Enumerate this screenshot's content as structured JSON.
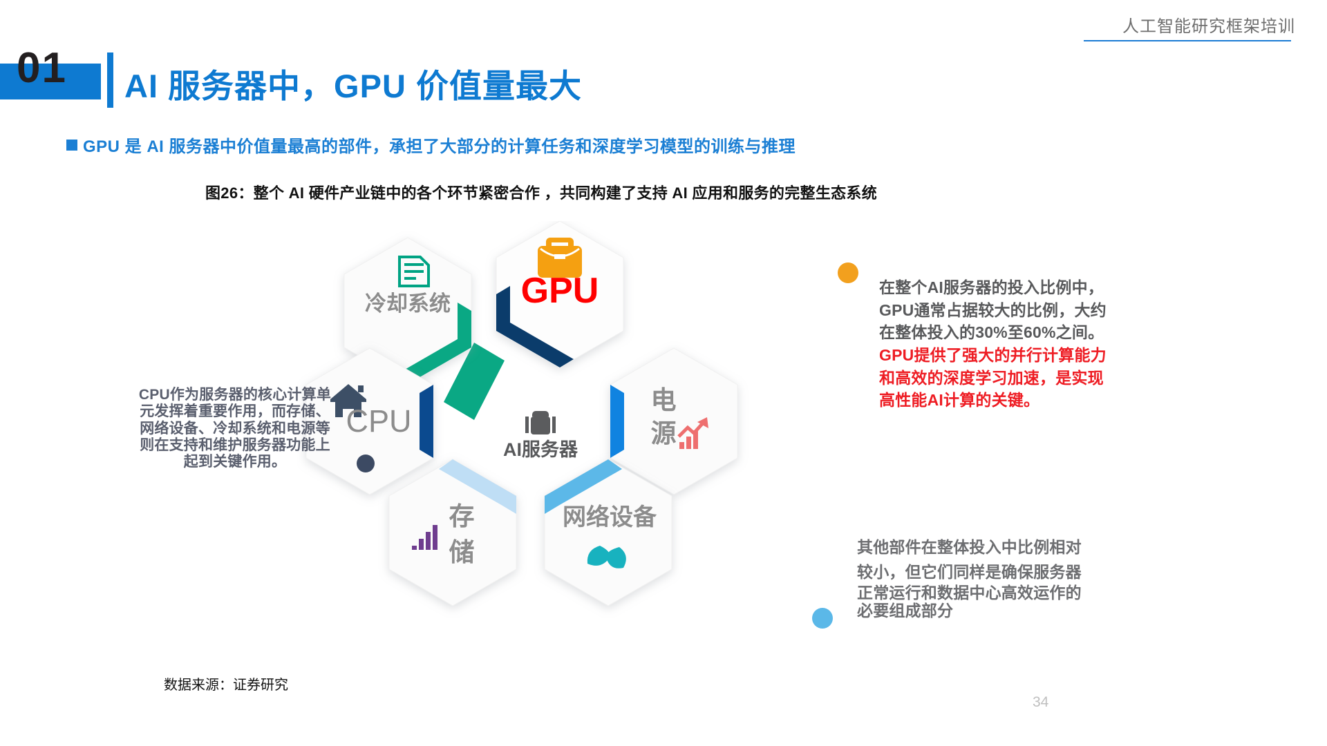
{
  "header": {
    "brand_title": "人工智能研究框架培训",
    "accent_color": "#1a7bd4"
  },
  "title": {
    "number": "01",
    "text": "AI 服务器中，GPU 价值量最大",
    "color": "#0e7ad1"
  },
  "subtitle": {
    "bullet": "square-bullet",
    "text": "GPU 是 AI 服务器中价值量最高的部件，承担了大部分的计算任务和深度学习模型的训练与推理",
    "color": "#1b7fd4"
  },
  "figure": {
    "caption": "图26：整个 AI 硬件产业链中的各个环节紧密合作 ，共同构建了支持 AI 应用和服务的完整生态系统"
  },
  "diagram": {
    "center": {
      "label": "AI服务器",
      "icon": "briefcase-icon",
      "icon_color": "#5b5c5e"
    },
    "nodes": [
      {
        "key": "cooling",
        "label": "冷却系统",
        "icon": "document-icon",
        "icon_color": "#00a383",
        "band_color": "#0aa884",
        "label_color": "#8c8c8c"
      },
      {
        "key": "gpu",
        "label": "GPU",
        "icon": "briefcase-icon",
        "icon_color": "#f5a011",
        "band_color": "#0b3c6b",
        "label_color": "#ff0000"
      },
      {
        "key": "power",
        "label": "电源",
        "icon": "growth-chart-icon",
        "icon_color": "#ee6f6f",
        "band_color": "#1083e0",
        "label_color": "#8c8c8c"
      },
      {
        "key": "network",
        "label": "网络设备",
        "icon": "leaf-icon",
        "icon_color": "#18b2bf",
        "band_color": "#5cb8e8",
        "label_color": "#8c8c8c"
      },
      {
        "key": "storage",
        "label": "存储",
        "icon": "bar-chart-icon",
        "icon_color": "#6f3d8f",
        "band_color": "#bfdef5",
        "label_color": "#8c8c8c"
      },
      {
        "key": "cpu",
        "label": "CPU",
        "icon": "house-icon",
        "icon_color": "#3d4f66",
        "band_color": "#0b4a8f",
        "label_color": "#8c8c8c"
      }
    ]
  },
  "callouts": {
    "left": {
      "dot_color": "#3c4a63",
      "text": "CPU作为服务器的核心计算单元发挥着重要作用，而存储、网络设备、冷却系统和电源等则在支持和维护服务器功能上起到关键作用。"
    },
    "right_top": {
      "dot_color": "#f2a01e",
      "gray_lines": [
        "在整个AI服务器的投入比例中，",
        "GPU通常占据较大的比例，大约",
        "在整体投入的30%至60%之间。"
      ],
      "red_lines": [
        "GPU提供了强大的并行计算能力",
        "和高效的深度学习加速，是实现",
        "高性能AI计算的关键。"
      ]
    },
    "right_bottom": {
      "dot_color": "#5bb8e8",
      "lines": [
        "其他部件在整体投入中比例相对",
        "较小，但它们同样是确保服务器",
        "正常运行和数据中心高效运作的",
        "必要组成部分"
      ]
    }
  },
  "footer": {
    "source": "数据来源：证券研究",
    "page_number": "34"
  }
}
